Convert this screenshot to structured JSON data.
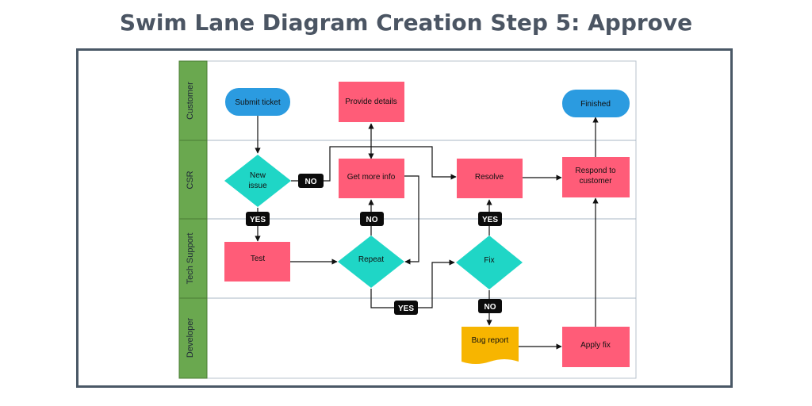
{
  "title": "Swim Lane Diagram Creation Step 5: Approve",
  "colors": {
    "lane_header": "#6aa84f",
    "terminal": "#2b9be0",
    "process": "#ff5c78",
    "decision": "#1fd6c6",
    "document": "#f7b500",
    "tag": "#0b0b0b",
    "line": "#111111",
    "lane_border": "#a9b7c6"
  },
  "lanes": [
    {
      "label": "Customer"
    },
    {
      "label": "CSR"
    },
    {
      "label": "Tech Support"
    },
    {
      "label": "Developer"
    }
  ],
  "nodes": {
    "submit_ticket": "Submit ticket",
    "provide_details": "Provide details",
    "finished": "Finished",
    "new_issue_1": "New",
    "new_issue_2": "issue",
    "get_more_info": "Get more info",
    "resolve": "Resolve",
    "respond_1": "Respond to",
    "respond_2": "customer",
    "test": "Test",
    "repeat": "Repeat",
    "fix": "Fix",
    "bug_report": "Bug report",
    "apply_fix": "Apply fix"
  },
  "tags": {
    "no_csr": "NO",
    "yes_new_issue": "YES",
    "no_repeat": "NO",
    "yes_fix": "YES",
    "yes_repeat": "YES",
    "no_fix": "NO"
  }
}
